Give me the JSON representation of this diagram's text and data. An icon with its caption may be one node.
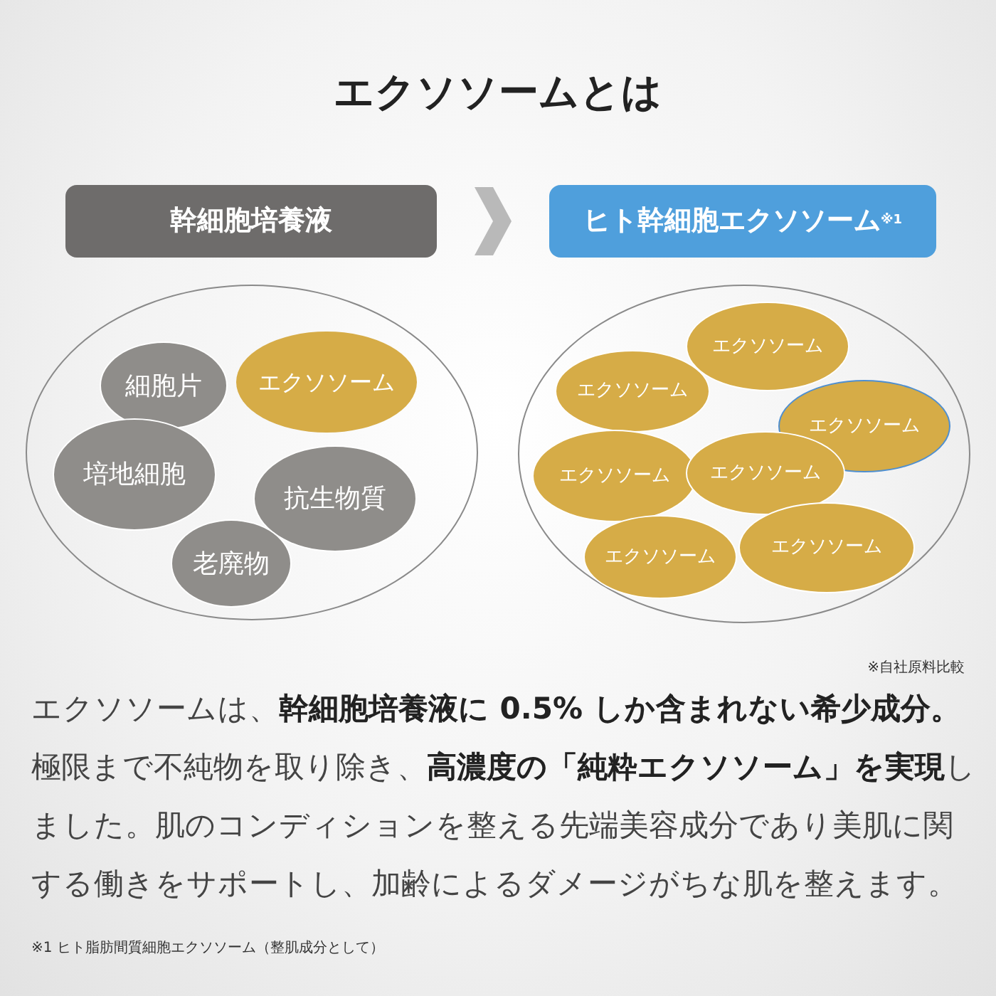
{
  "diagram": {
    "title": "エクソソームとは",
    "nodes": [
      {
        "text": [
          "幹細胞培養液"
        ]
      },
      {
        "text": [
          "ヒト幹細胞エクソソーム$^{※1}$"
        ]
      },
      {
        "text": [],
        "shape": "circle"
      },
      {
        "text": [
          "細胞片"
        ],
        "in": 2
      },
      {
        "text": [
          "エクソソーム"
        ],
        "in": 2
      },
      {
        "text": [
          "培地細胞"
        ],
        "in": 2
      },
      {
        "text": [
          "抗生物質"
        ],
        "in": 2
      },
      {
        "text": [
          "老廃物"
        ],
        "in": 2
      },
      {
        "text": [],
        "shape": "circle"
      },
      {
        "text": [
          "エクソソーム"
        ],
        "in": 8
      },
      {
        "text": [
          "エクソソーム"
        ],
        "in": 8
      },
      {
        "text": [
          "エクソソーム"
        ],
        "in": 8
      },
      {
        "text": [
          "エクソソーム"
        ],
        "in": 8
      },
      {
        "text": [
          "エクソソーム"
        ],
        "in": 8
      },
      {
        "text": [
          "エクソソーム"
        ],
        "in": 8
      },
      {
        "text": [
          "エクソソーム"
        ],
        "in": 8
      }
    ],
    "edges": [
      {
        "from": 0,
        "to": 1,
        "arrow": "to"
      }
    ],
    "labels": [
      "※自社原料比較",
      "エクソソームは、**幹細胞培養液に 0.5% しか含まれない希少成分。**極限まで不純物を取り除き、**高濃度の「純粋エクソソーム」を実現**しました。肌のコンディションを整える先端美容成分であり美肌に関する働きをサポートし、加齢によるダメージがちな肌を整えます。",
      "※1 ヒト脂肪間質細胞エクソソーム（整肌成分として）"
    ]
  }
}
